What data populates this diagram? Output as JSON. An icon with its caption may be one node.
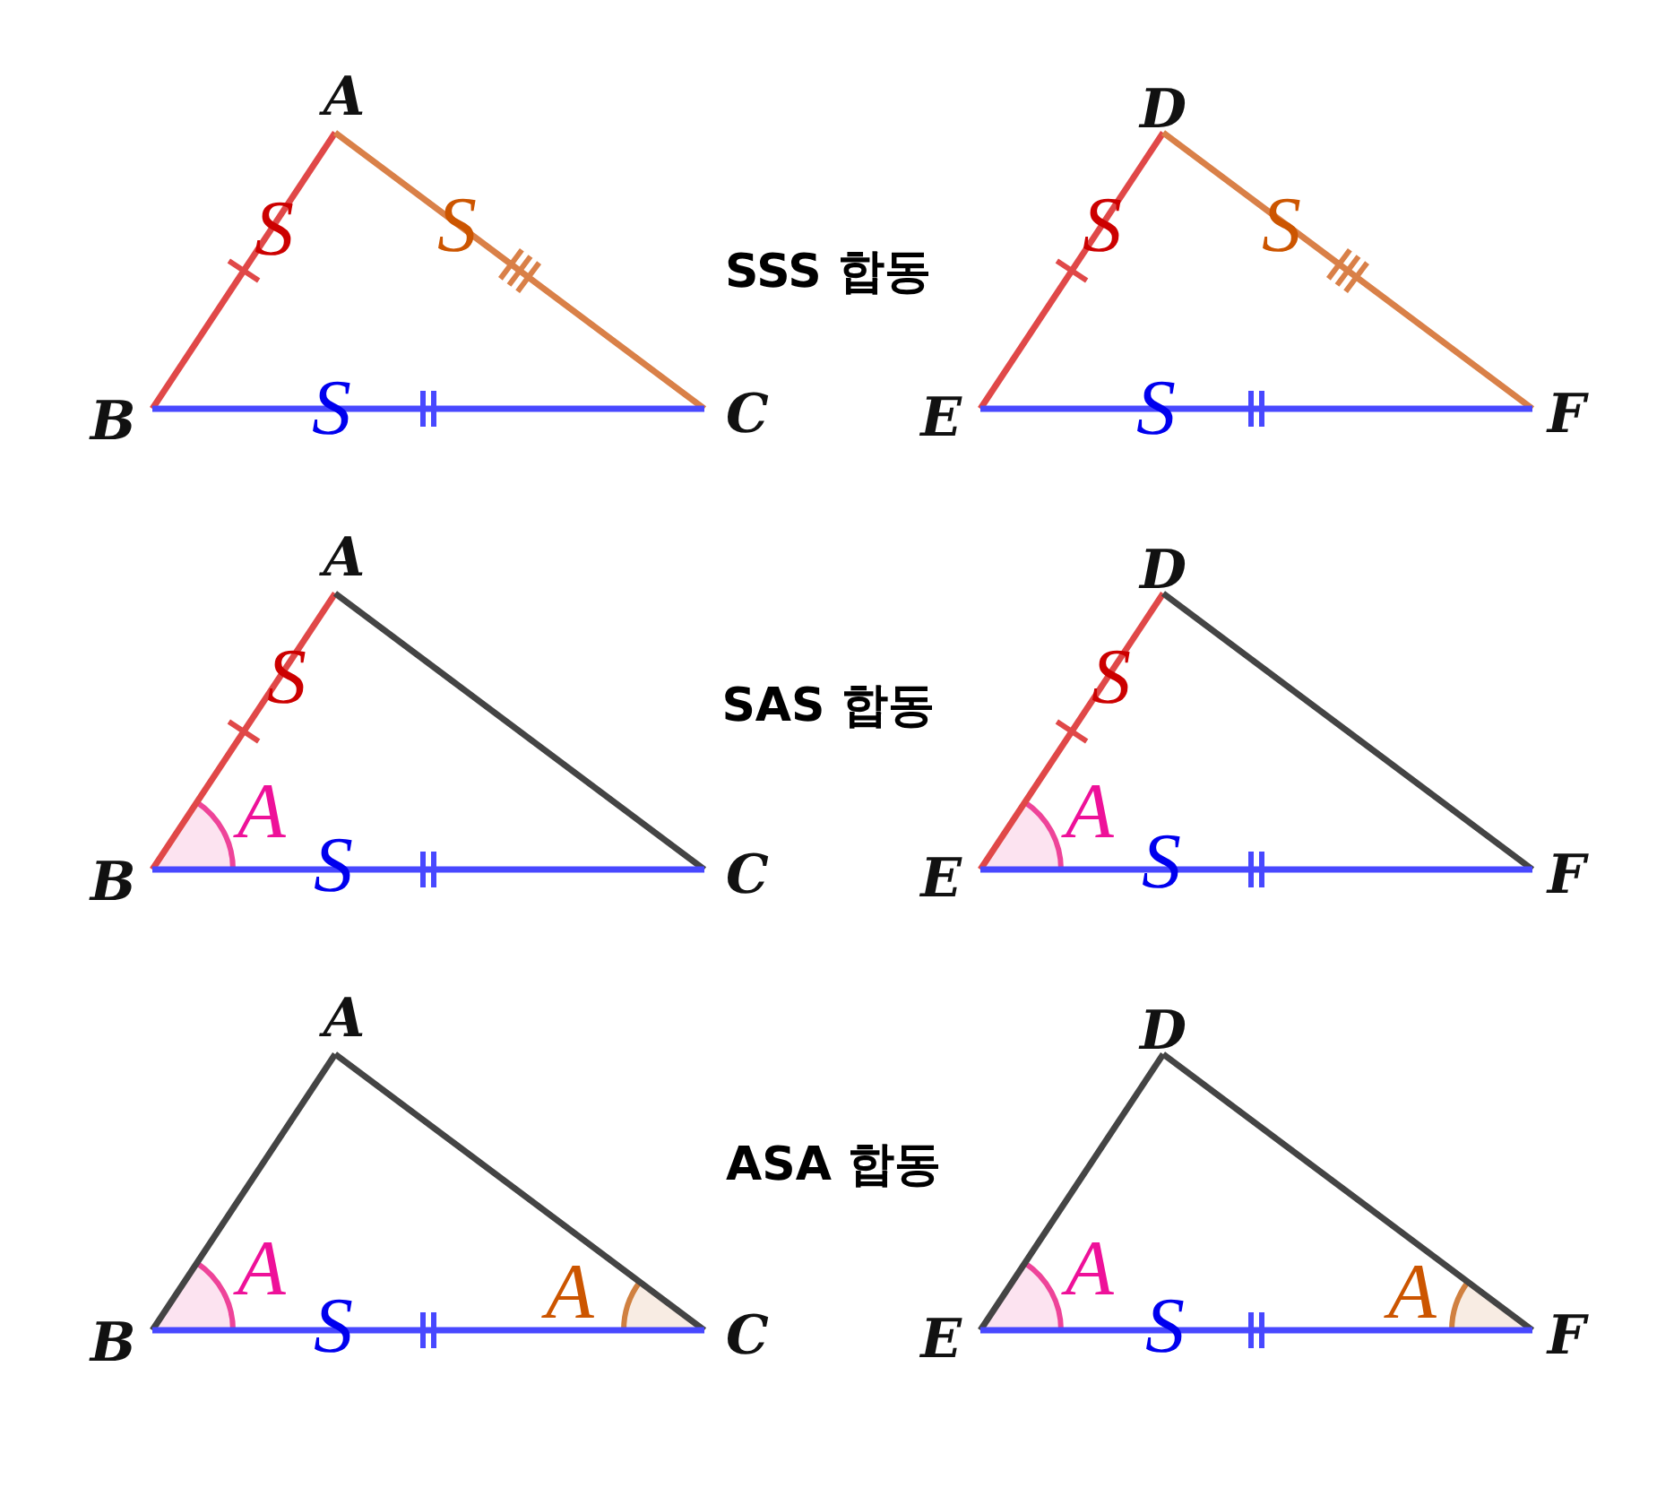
{
  "diagram": {
    "labels": [
      "A",
      "B",
      "C",
      "S",
      "S",
      "S",
      "SSS 합동",
      "D",
      "E",
      "F",
      "S",
      "S",
      "S",
      "A",
      "B",
      "C",
      "S",
      "A",
      "S",
      "SAS 합동",
      "D",
      "E",
      "F",
      "S",
      "A",
      "S",
      "A",
      "B",
      "C",
      "A",
      "S",
      "A",
      "ASA 합동",
      "D",
      "E",
      "F",
      "A",
      "S",
      "A"
    ]
  }
}
